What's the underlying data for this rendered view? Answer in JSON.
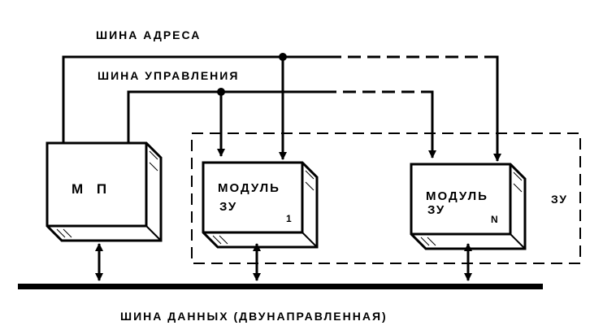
{
  "labels": {
    "address_bus": "ШИНА АДРЕСА",
    "control_bus": "ШИНА УПРАВЛЕНИЯ",
    "data_bus": "ШИНА ДАННЫХ (ДВУНАПРАВЛЕННАЯ)",
    "memory_group": "ЗУ"
  },
  "blocks": {
    "mp": {
      "label": "М П"
    },
    "module1": {
      "line1": "МОДУЛЬ",
      "line2": "ЗУ",
      "index": "1"
    },
    "moduleN": {
      "line1": "МОДУЛЬ",
      "line2": "ЗУ",
      "index": "N"
    }
  }
}
